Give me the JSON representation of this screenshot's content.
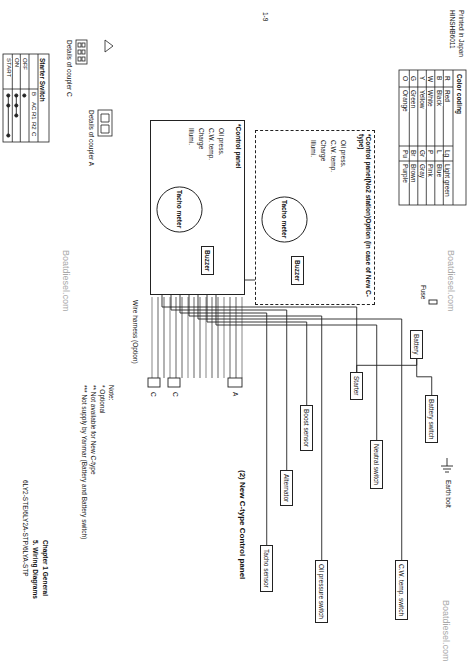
{
  "diagram": {
    "title": "(2) New C-type Control panel",
    "nodes": [
      {
        "text": [
          "*Control panel"
        ]
      },
      {
        "text": [
          "Buzzer"
        ],
        "in": 0
      },
      {
        "text": [
          "Tacho meter"
        ],
        "in": 0
      },
      {
        "text": [
          "*Control panel(No2 station)Option (in case of New C-type)"
        ]
      },
      {
        "text": [
          "Buzzer"
        ],
        "in": 3
      },
      {
        "text": [
          "Tacho meter"
        ],
        "in": 3
      },
      {
        "text": [
          "Battery"
        ]
      },
      {
        "text": [
          "Starter"
        ]
      },
      {
        "text": [
          "Alternator"
        ]
      },
      {
        "text": [
          "Battery switch"
        ]
      },
      {
        "text": [
          "Tacho sensor"
        ]
      },
      {
        "text": [
          "Oil pressure switch"
        ]
      },
      {
        "text": [
          "C.W. temp. switch"
        ]
      },
      {
        "text": [
          "Boost sensor"
        ]
      },
      {
        "text": [
          "Neutral switch"
        ]
      }
    ],
    "edges": [
      {
        "from": 0,
        "to": 3,
        "arrow": "none"
      },
      {
        "from": 0,
        "to": 7,
        "arrow": "none"
      },
      {
        "from": 0,
        "to": 8,
        "arrow": "none"
      },
      {
        "from": 0,
        "to": 10,
        "arrow": "none"
      },
      {
        "from": 0,
        "to": 11,
        "arrow": "none"
      },
      {
        "from": 0,
        "to": 12,
        "arrow": "none"
      },
      {
        "from": 0,
        "to": 13,
        "arrow": "none"
      },
      {
        "from": 0,
        "to": 14,
        "arrow": "none"
      },
      {
        "from": 9,
        "to": 6,
        "arrow": "none"
      },
      {
        "from": 6,
        "to": 7,
        "arrow": "none"
      }
    ],
    "labels": [
      "1-9",
      "Printed in Japan",
      "HINSHB6011",
      "Color coding",
      "R",
      "Red",
      "B",
      "Black",
      "W",
      "White",
      "Y",
      "Yellow",
      "G",
      "Green",
      "O",
      "Orange",
      "Lg",
      "Light green",
      "L",
      "Blue",
      "P",
      "Pink",
      "Gr",
      "Gray",
      "Br",
      "Brown",
      "Pu",
      "Purple",
      "Starter Switch",
      "B",
      "AC",
      "R1",
      "R2",
      "C",
      "OFF",
      "ON",
      "START",
      "Details of coupler C",
      "Details of coupler A",
      "Wire harness (Option)",
      "C",
      "C",
      "A",
      "Note:",
      "* Optional",
      "** Not available for New C-type",
      "*** Not supply by Yanmar (Battery and Battery switch)",
      "Chapter 1 General",
      "5. Wiring Diagrams",
      "6LY2-STE/6LY2A-STP/6LYA-STP",
      "Boatdiesel.com",
      "Boatdiesel.com",
      "Boatdiesel.com",
      "Fuse",
      "Earth bolt",
      "Oil press.",
      "C.W. temp.",
      "Charge",
      "Illumi.",
      "Oil press.",
      "C.W. temp.",
      "Charge",
      "Illumi."
    ]
  }
}
